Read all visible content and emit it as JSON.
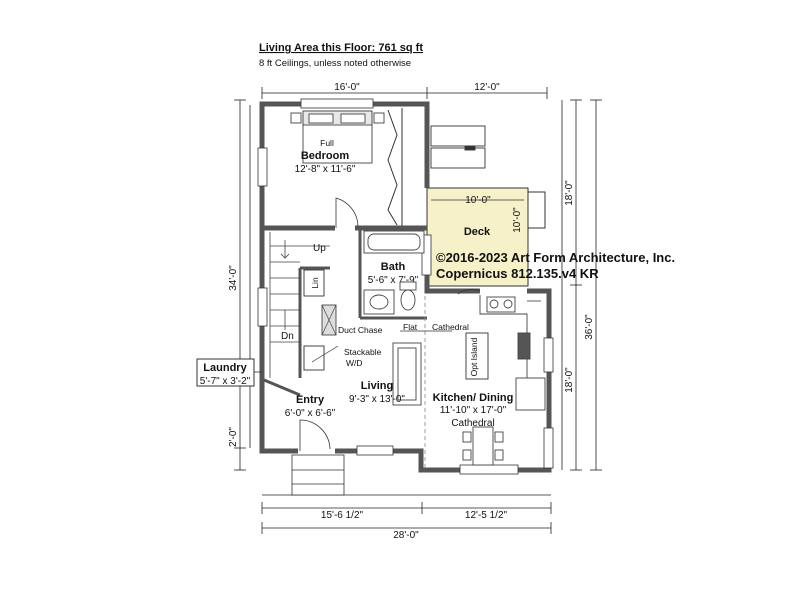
{
  "header": {
    "title": "Living Area this Floor: 761 sq ft",
    "subtitle": "8 ft Ceilings, unless noted otherwise"
  },
  "copyright": {
    "line1": "©2016-2023 Art Form Architecture, Inc.",
    "line2": "Copernicus 812.135.v4 KR"
  },
  "dimensions": {
    "top_left": "16'-0\"",
    "top_right": "12'-0\"",
    "left_total": "34'-0\"",
    "left_bottom": "2'-0\"",
    "right_top": "18'-0\"",
    "right_total": "36'-0\"",
    "right_bottom": "18'-0\"",
    "bottom_left": "15'-6 1/2\"",
    "bottom_right": "12'-5 1/2\"",
    "bottom_total": "28'-0\"",
    "deck_width": "10'-0\"",
    "deck_depth": "10'-0\""
  },
  "rooms": {
    "bedroom": {
      "name": "Bedroom",
      "size": "12'-8\" x 11'-6\"",
      "bed": "Full"
    },
    "bath": {
      "name": "Bath",
      "size": "5'-6\" x 7'-9\""
    },
    "deck": {
      "name": "Deck"
    },
    "laundry": {
      "name": "Laundry",
      "size": "5'-7\" x 3'-2\""
    },
    "entry": {
      "name": "Entry",
      "size": "6'-0\" x 6'-6\""
    },
    "living": {
      "name": "Living",
      "size": "9'-3\" x 13'-0\""
    },
    "kitchen": {
      "name": "Kitchen/ Dining",
      "size": "11'-10\" x 17'-0\"",
      "note": "Cathedral"
    }
  },
  "labels": {
    "up": "Up",
    "dn": "Dn",
    "lin": "Lin",
    "duct": "Duct Chase",
    "flat": "Flat",
    "cathedral": "Cathedral",
    "stackable": "Stackable",
    "wd": "W/D",
    "island": "Opt Island"
  },
  "colors": {
    "wall": "#555555",
    "deck_fill": "#f6f1c8",
    "ink": "#111111"
  }
}
